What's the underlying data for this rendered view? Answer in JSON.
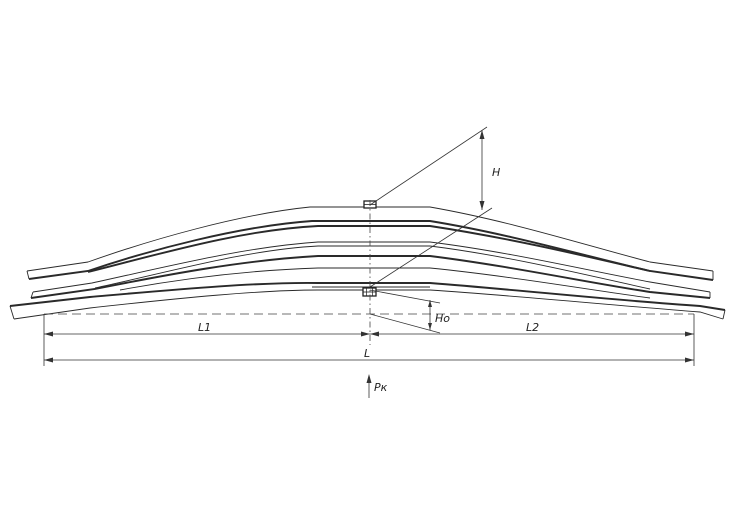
{
  "labels": {
    "h": "H",
    "h0": "Ho",
    "l1": "L1",
    "l2": "L2",
    "l": "L",
    "pk": "Pк"
  }
}
